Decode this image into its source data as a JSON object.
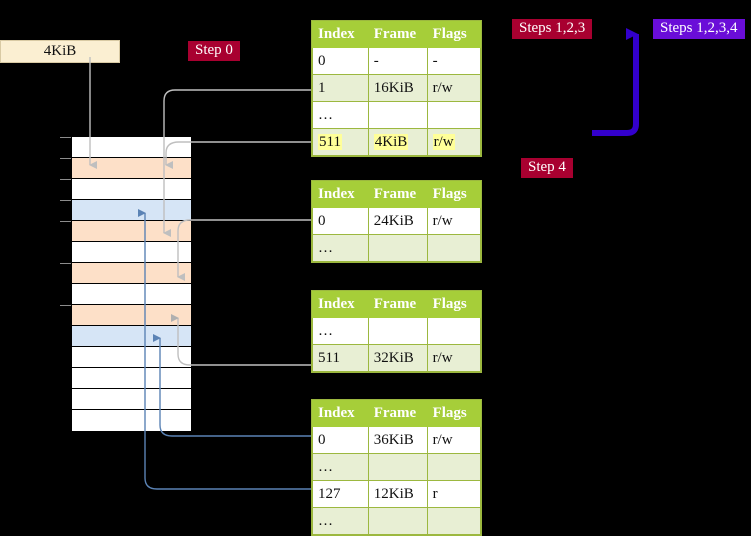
{
  "labels": {
    "kib_box": "4KiB",
    "step0": "Step 0",
    "steps123": "Steps 1,2,3",
    "steps1234": "Steps 1,2,3,4",
    "step4": "Step 4"
  },
  "colors": {
    "background": "#000000",
    "table_header": "#a6ce39",
    "table_alt_row": "#e8efd4",
    "table_border": "#9cb83f",
    "highlight": "#ffff99",
    "step_red": "#a80030",
    "step_violet": "#6a0dd8",
    "kib_box_bg": "#fbefd2",
    "mem_orange": "#fde0c8",
    "mem_blue": "#d6e5f6",
    "arrow_grey": "#b3b3b3",
    "arrow_blue": "#5b83b5",
    "arrow_violet": "#3300cc"
  },
  "page_tables": [
    {
      "name": "level1-table",
      "headers": [
        "Index",
        "Frame",
        "Flags"
      ],
      "rows": [
        {
          "cells": [
            "0",
            "-",
            "-"
          ],
          "shade": "plain",
          "highlight": false
        },
        {
          "cells": [
            "1",
            "16KiB",
            "r/w"
          ],
          "shade": "alt",
          "highlight": false
        },
        {
          "cells": [
            "…",
            "",
            ""
          ],
          "shade": "plain",
          "highlight": false
        },
        {
          "cells": [
            "511",
            "4KiB",
            "r/w"
          ],
          "shade": "alt",
          "highlight": true
        }
      ]
    },
    {
      "name": "level2-table",
      "headers": [
        "Index",
        "Frame",
        "Flags"
      ],
      "rows": [
        {
          "cells": [
            "0",
            "24KiB",
            "r/w"
          ],
          "shade": "plain",
          "highlight": false
        },
        {
          "cells": [
            "…",
            "",
            ""
          ],
          "shade": "alt",
          "highlight": false
        }
      ]
    },
    {
      "name": "level3-table",
      "headers": [
        "Index",
        "Frame",
        "Flags"
      ],
      "rows": [
        {
          "cells": [
            "…",
            "",
            ""
          ],
          "shade": "plain",
          "highlight": false
        },
        {
          "cells": [
            "511",
            "32KiB",
            "r/w"
          ],
          "shade": "alt",
          "highlight": false
        }
      ]
    },
    {
      "name": "level4-table",
      "headers": [
        "Index",
        "Frame",
        "Flags"
      ],
      "rows": [
        {
          "cells": [
            "0",
            "36KiB",
            "r/w"
          ],
          "shade": "plain",
          "highlight": false
        },
        {
          "cells": [
            "…",
            "",
            ""
          ],
          "shade": "alt",
          "highlight": false
        },
        {
          "cells": [
            "127",
            "12KiB",
            "r"
          ],
          "shade": "plain",
          "highlight": false
        },
        {
          "cells": [
            "…",
            "",
            ""
          ],
          "shade": "alt",
          "highlight": false
        }
      ]
    }
  ],
  "memory_grid": {
    "rows": [
      {
        "fill": "white"
      },
      {
        "fill": "orange"
      },
      {
        "fill": "white"
      },
      {
        "fill": "blue"
      },
      {
        "fill": "orange"
      },
      {
        "fill": "white"
      },
      {
        "fill": "orange"
      },
      {
        "fill": "white"
      },
      {
        "fill": "orange"
      },
      {
        "fill": "blue"
      },
      {
        "fill": "white"
      },
      {
        "fill": "white"
      },
      {
        "fill": "white"
      },
      {
        "fill": "white"
      }
    ],
    "tick_rows": [
      0,
      1,
      2,
      3,
      4,
      6,
      8
    ]
  }
}
